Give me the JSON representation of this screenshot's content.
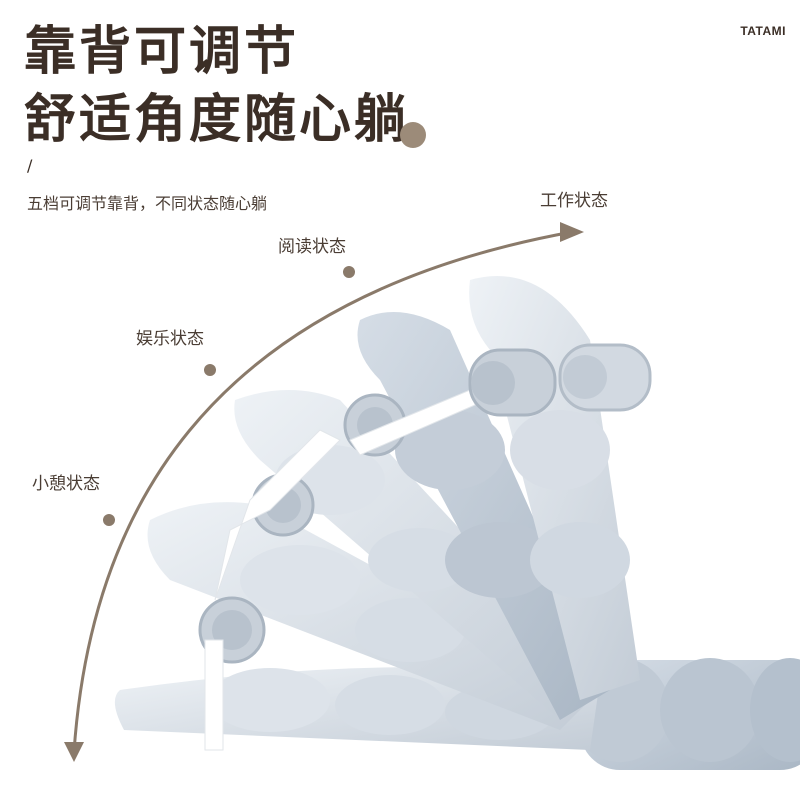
{
  "headline": {
    "line1": "靠背可调节",
    "line2": "舒适角度随心躺"
  },
  "brand": "TATAMI",
  "divider": "/",
  "subtitle": "五档可调节靠背，不同状态随心躺",
  "states": {
    "work": "工作状态",
    "read": "阅读状态",
    "play": "娱乐状态",
    "rest": "小憩状态"
  },
  "colors": {
    "text": "#3b2e26",
    "accent": "#9c8b79",
    "arc": "#8a7a6a",
    "cushion": "#d9e0e7",
    "cushion_dark": "#b6c2cf"
  }
}
